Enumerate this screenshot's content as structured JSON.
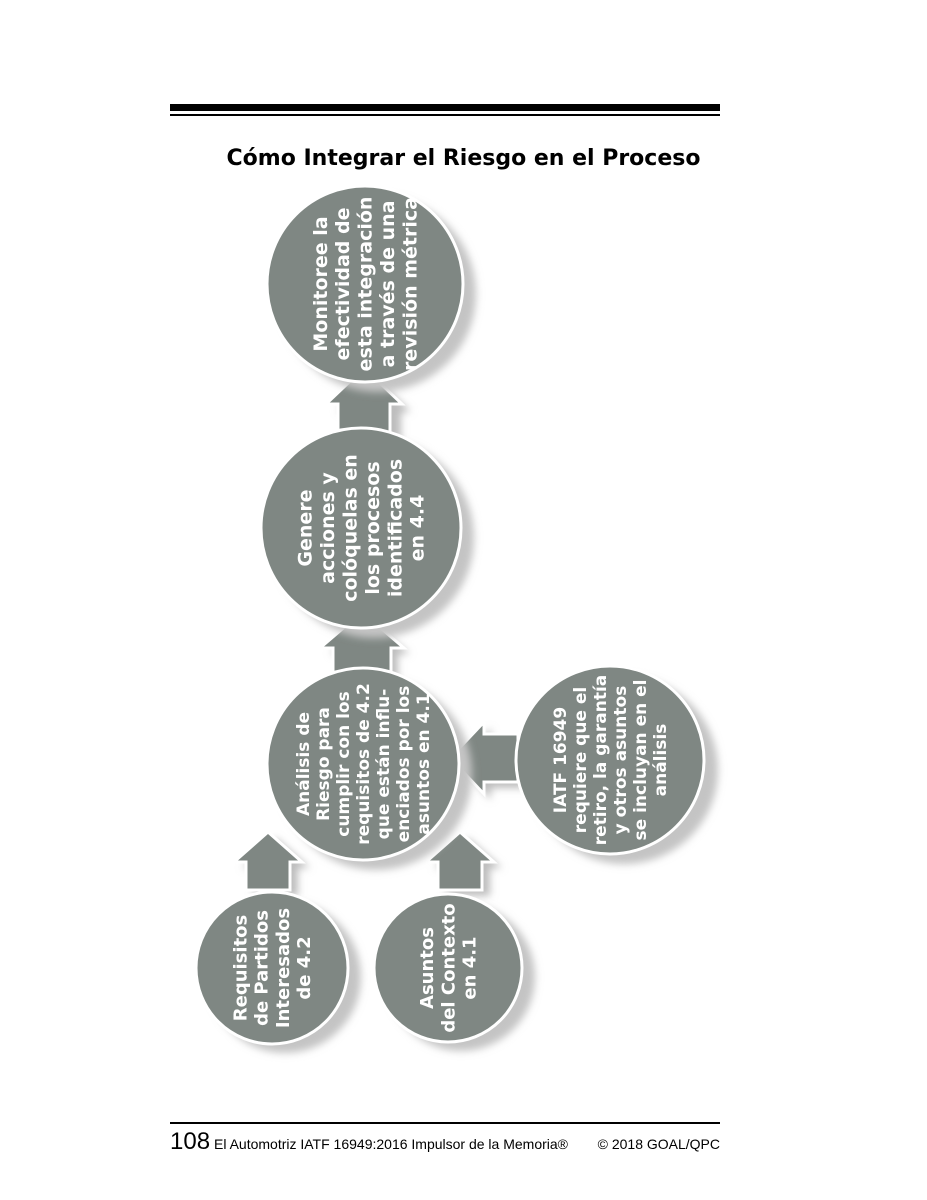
{
  "page": {
    "page_number": "108",
    "book_title": "El Automotriz IATF 16949:2016 Impulsor de la Memoria®",
    "copyright": "© 2018 GOAL/QPC"
  },
  "diagram": {
    "title": "Cómo Integrar el Riesgo en el Proceso",
    "colors": {
      "node": "#7f8783",
      "outline": "#ffffff",
      "shadow": "#cfcfcf"
    },
    "nodes": {
      "monitor": [
        "Monitoree la",
        "efectividad de",
        "esta integración",
        "a través de una",
        "revisión métrica"
      ],
      "generate": [
        "Genere",
        "acciones y",
        "colóquelas en",
        "los procesos",
        "identificados",
        "en 4.4"
      ],
      "analysis": [
        "Análisis de",
        "Riesgo para",
        "cumplir con los",
        "requisitos de 4.2",
        "que están influ-",
        "enciados por los",
        "asuntos en 4.1"
      ],
      "iatf": [
        "IATF 16949",
        "requiere que el",
        "retiro, la garantía",
        "y otros asuntos",
        "se incluyan en el",
        "análisis"
      ],
      "interested": [
        "Requisitos",
        "de Partidos",
        "Interesados",
        "de 4.2"
      ],
      "context": [
        "Asuntos",
        "del Contexto",
        "en 4.1"
      ]
    }
  }
}
